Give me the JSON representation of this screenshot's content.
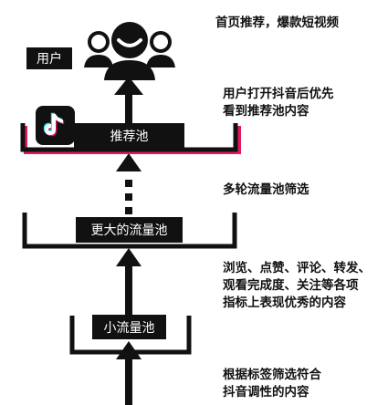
{
  "user": {
    "label": "用户",
    "icon": "users-group-icon"
  },
  "stages": [
    {
      "label": "推荐池",
      "logo": "douyin-logo"
    },
    {
      "label": "更大的流量池"
    },
    {
      "label": "小流量池"
    }
  ],
  "notes": [
    {
      "lines": [
        "首页推荐，爆款短视频"
      ]
    },
    {
      "lines": [
        "用户打开抖音后优先",
        "看到推荐池内容"
      ]
    },
    {
      "lines": [
        "多轮流量池筛选"
      ]
    },
    {
      "lines": [
        "浏览、点赞、评论、转发、",
        "观看完成度、关注等各项",
        "指标上表现优秀的内容"
      ]
    },
    {
      "lines": [
        "根据标签筛选符合",
        "抖音调性的内容"
      ]
    }
  ],
  "colors": {
    "ink": "#111111",
    "accent_pink": "#e3195c",
    "accent_cyan": "#25f4ee"
  }
}
